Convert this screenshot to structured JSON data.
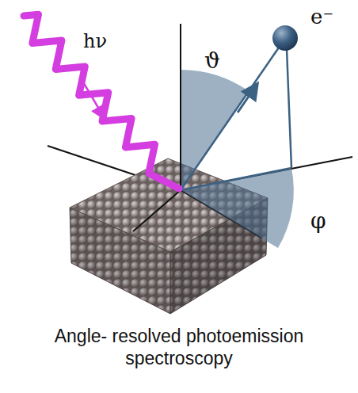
{
  "diagram": {
    "caption": "Angle- resolved photoemission spectroscopy",
    "labels": [
      "hν",
      "e⁻",
      "ϑ",
      "φ"
    ]
  }
}
